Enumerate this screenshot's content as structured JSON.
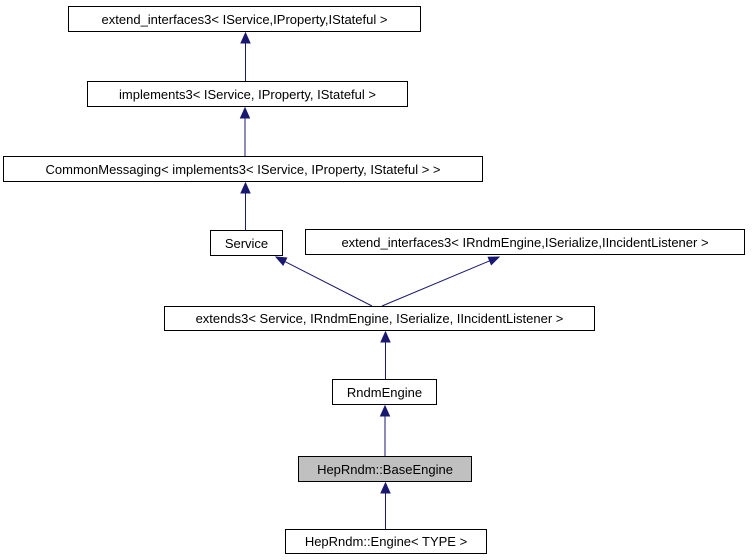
{
  "diagram": {
    "type": "class-inheritance-graph",
    "colors": {
      "background": "#ffffff",
      "node_fill": "#ffffff",
      "node_border": "#000000",
      "node_text": "#000000",
      "current_node_fill": "#c0c0c0",
      "edge": "#191970"
    },
    "nodes": [
      {
        "id": "extend_interfaces3_service",
        "label": "extend_interfaces3< IService,IProperty,IStateful >",
        "current": false
      },
      {
        "id": "implements3",
        "label": "implements3< IService, IProperty, IStateful >",
        "current": false
      },
      {
        "id": "common_messaging",
        "label": "CommonMessaging< implements3< IService, IProperty, IStateful > >",
        "current": false
      },
      {
        "id": "service",
        "label": "Service",
        "current": false
      },
      {
        "id": "extend_interfaces3_rndm",
        "label": "extend_interfaces3< IRndmEngine,ISerialize,IIncidentListener >",
        "current": false
      },
      {
        "id": "extends3",
        "label": "extends3< Service, IRndmEngine, ISerialize, IIncidentListener >",
        "current": false
      },
      {
        "id": "rndm_engine",
        "label": "RndmEngine",
        "current": false
      },
      {
        "id": "base_engine",
        "label": "HepRndm::BaseEngine",
        "current": true
      },
      {
        "id": "engine_type",
        "label": "HepRndm::Engine< TYPE >",
        "current": false
      }
    ],
    "edges": [
      {
        "from": "implements3",
        "to": "extend_interfaces3_service",
        "style": "solid-inheritance"
      },
      {
        "from": "common_messaging",
        "to": "implements3",
        "style": "solid-inheritance"
      },
      {
        "from": "service",
        "to": "common_messaging",
        "style": "solid-inheritance"
      },
      {
        "from": "extends3",
        "to": "service",
        "style": "solid-inheritance"
      },
      {
        "from": "extends3",
        "to": "extend_interfaces3_rndm",
        "style": "solid-inheritance"
      },
      {
        "from": "rndm_engine",
        "to": "extends3",
        "style": "solid-inheritance"
      },
      {
        "from": "base_engine",
        "to": "rndm_engine",
        "style": "solid-inheritance"
      },
      {
        "from": "engine_type",
        "to": "base_engine",
        "style": "solid-inheritance"
      }
    ]
  }
}
